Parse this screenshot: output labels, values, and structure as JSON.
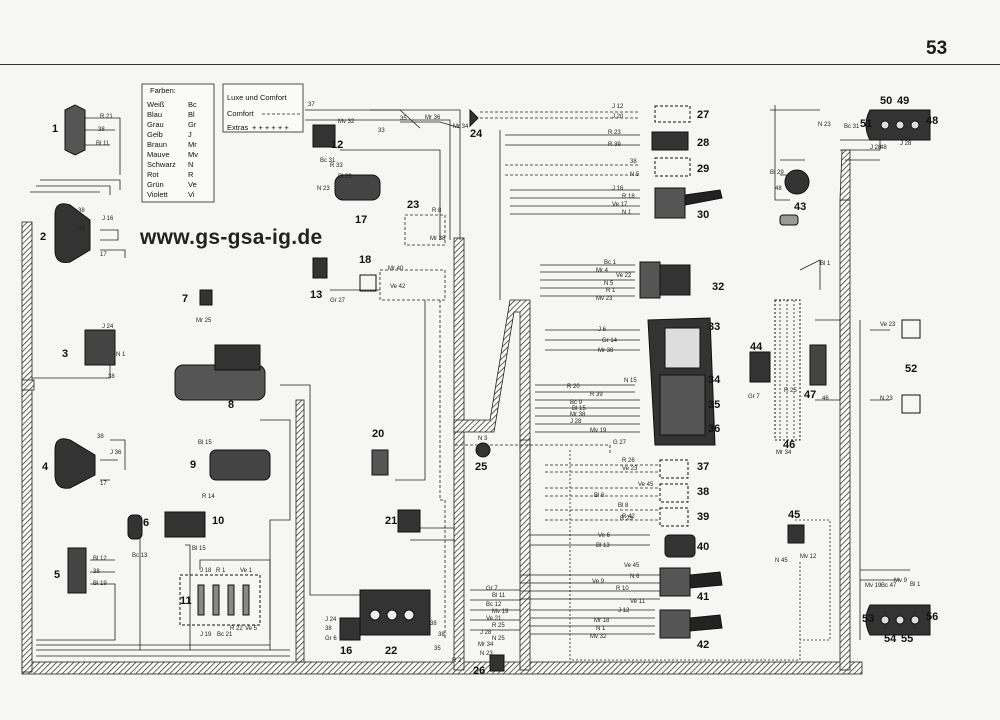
{
  "page_number": "53",
  "watermark": "www.gs-gsa-ig.de",
  "legend_colors": {
    "title": "Farben:",
    "rows": [
      {
        "name": "Weiß",
        "code": "Bc"
      },
      {
        "name": "Blau",
        "code": "Bl"
      },
      {
        "name": "Grau",
        "code": "Gr"
      },
      {
        "name": "Gelb",
        "code": "J"
      },
      {
        "name": "Braun",
        "code": "Mr"
      },
      {
        "name": "Mauve",
        "code": "Mv"
      },
      {
        "name": "Schwarz",
        "code": "N"
      },
      {
        "name": "Rot",
        "code": "R"
      },
      {
        "name": "Grün",
        "code": "Ve"
      },
      {
        "name": "Violett",
        "code": "Vi"
      }
    ]
  },
  "legend_lines": {
    "rows": [
      {
        "text": "Luxe und Comfort"
      },
      {
        "text": "Comfort"
      },
      {
        "text": "Extras"
      }
    ]
  },
  "component_numbers": [
    "1",
    "2",
    "3",
    "4",
    "5",
    "6",
    "7",
    "8",
    "9",
    "10",
    "11",
    "12",
    "13",
    "16",
    "17",
    "18",
    "20",
    "21",
    "22",
    "23",
    "24",
    "25",
    "26",
    "27",
    "28",
    "29",
    "30",
    "32",
    "33",
    "34",
    "35",
    "36",
    "37",
    "38",
    "39",
    "40",
    "41",
    "42",
    "43",
    "44",
    "45",
    "46",
    "47",
    "48",
    "49",
    "50",
    "51",
    "52",
    "53",
    "54",
    "55",
    "56"
  ],
  "wire_labels": [
    "R 21",
    "38",
    "Bl 11",
    "38",
    "J 16",
    "38",
    "17",
    "J 24",
    "N 1",
    "38",
    "38",
    "J 36",
    "17",
    "Bl 12",
    "38",
    "Bl 19",
    "Bc 13",
    "Mr 25",
    "Bl 15",
    "R 14",
    "Bl 15",
    "J 18",
    "R 1",
    "Ve 1",
    "J 19",
    "Bc 21",
    "R 22",
    "Ve 5",
    "37",
    "Mv 32",
    "33",
    "35",
    "Mr 36",
    "Mr 34",
    "Bc 31",
    "R 33",
    "N 23",
    "Bl 29",
    "R 8",
    "Mr 38",
    "Mr 40",
    "Ve 42",
    "Gr 27",
    "N 3",
    "J 24",
    "38",
    "Gr 6",
    "38",
    "35",
    "38",
    "Gr 7",
    "Bl 11",
    "Bc 12",
    "Mv 19",
    "Ve 21",
    "R 25",
    "J 28",
    "N 25",
    "Mr 34",
    "R 2",
    "N 23",
    "J 12",
    "J 20",
    "R 23",
    "R 39",
    "38",
    "N 5",
    "J 16",
    "R 18",
    "Ve 17",
    "N 1",
    "Bc 1",
    "Mr 4",
    "Ve 22",
    "N 5",
    "R 1",
    "Mv 23",
    "J 6",
    "Gr 14",
    "Mr 38",
    "N 15",
    "R 20",
    "R 39",
    "Bc 9",
    "Bl 15",
    "Mr 38",
    "J 28",
    "Mv 19",
    "G 27",
    "R 26",
    "Ve 23",
    "Ve 45",
    "Bl 6",
    "Bl 8",
    "R 23",
    "R 42",
    "Ve 6",
    "Bl 13",
    "Ve 45",
    "N 6",
    "Ve 9",
    "R 10",
    "Ve 11",
    "J 12",
    "Mr 18",
    "N 1",
    "Mv 32",
    "N 23",
    "Bc 31",
    "Bl 29",
    "48",
    "J 28",
    "48",
    "J 28",
    "Bl 1",
    "R 25",
    "Gr 7",
    "46",
    "Mr 34",
    "Ve 23",
    "N 23",
    "N 45",
    "Mv 12",
    "Mv 19",
    "Bc 47",
    "Mv 9",
    "Bl 1",
    "R 25",
    "Mv 19",
    "Gr 7"
  ]
}
